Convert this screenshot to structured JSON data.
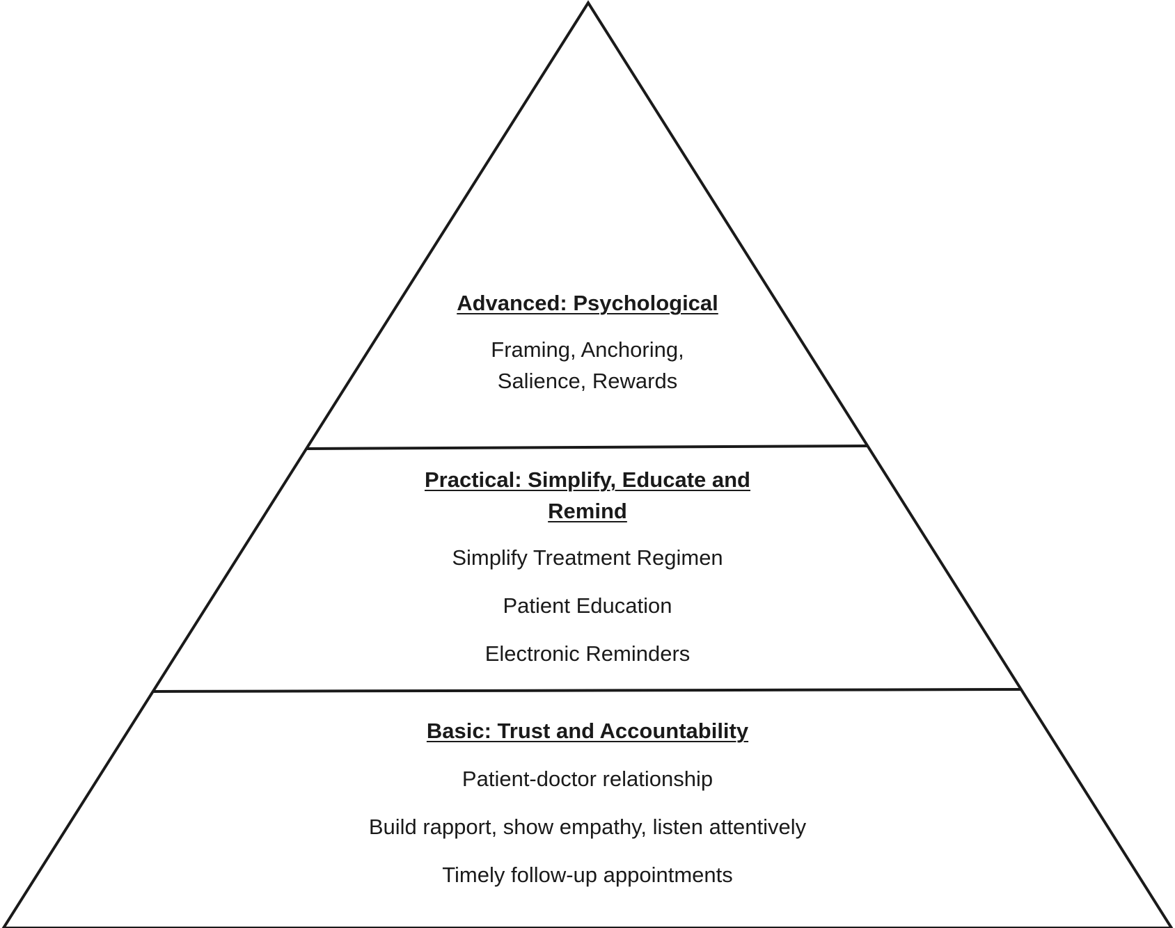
{
  "pyramid": {
    "tiers": [
      {
        "heading_lines": [
          "Advanced: Psychological"
        ],
        "items": [
          "Framing, Anchoring,",
          "Salience, Rewards"
        ]
      },
      {
        "heading_lines": [
          "Practical: Simplify, Educate and",
          "Remind"
        ],
        "items": [
          "Simplify Treatment Regimen",
          "Patient Education",
          "Electronic Reminders"
        ]
      },
      {
        "heading_lines": [
          "Basic: Trust and Accountability"
        ],
        "items": [
          "Patient-doctor relationship",
          "Build rapport, show empathy, listen attentively",
          "Timely follow-up appointments"
        ]
      }
    ]
  }
}
